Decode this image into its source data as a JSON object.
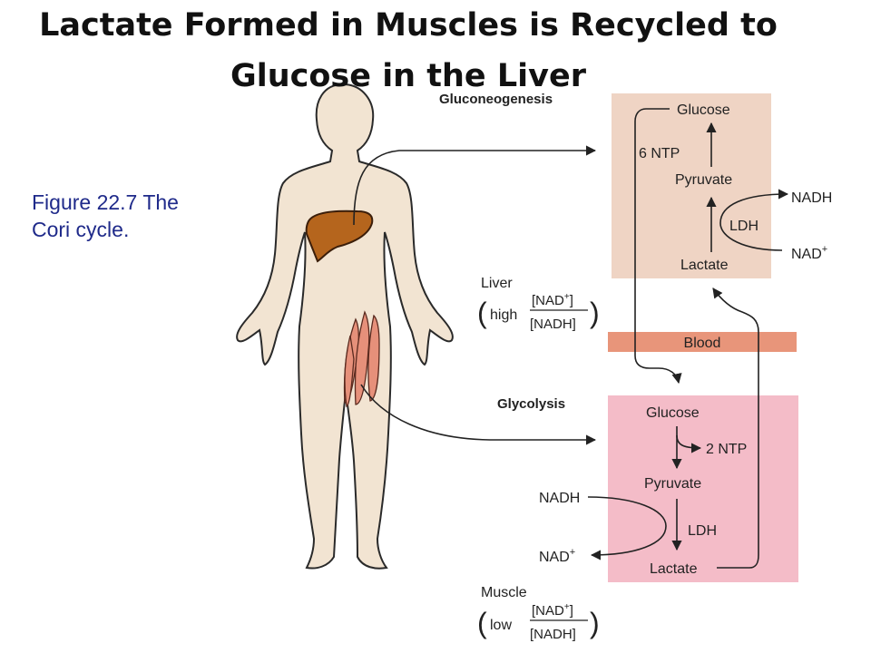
{
  "slide": {
    "title_line1": "Lactate Formed in Muscles is Recycled to",
    "title_line2": "Glucose in the Liver",
    "caption_line1": "Figure 22.7 The",
    "caption_line2": "Cori cycle."
  },
  "colors": {
    "skin": "#f2e4d2",
    "liver_organ": "#b5651d",
    "muscle": "#e6907a",
    "liver_box": "#efd4c4",
    "muscle_box": "#f4bcc8",
    "blood_band": "#e8957a",
    "caption_text": "#1f2a8a"
  },
  "diagram": {
    "gluconeogenesis_label": "Gluconeogenesis",
    "glycolysis_label": "Glycolysis",
    "blood_label": "Blood",
    "liver_box": {
      "glucose": "Glucose",
      "ntp": "6 NTP",
      "pyruvate": "Pyruvate",
      "ldh": "LDH",
      "lactate": "Lactate",
      "nadh": "NADH",
      "nad": "NAD",
      "nad_sup": "+"
    },
    "muscle_box": {
      "glucose": "Glucose",
      "ntp": "2 NTP",
      "pyruvate": "Pyruvate",
      "ldh": "LDH",
      "lactate": "Lactate",
      "nadh": "NADH",
      "nad": "NAD",
      "nad_sup": "+"
    },
    "liver_ratio": {
      "organ": "Liver",
      "level": "high",
      "numerator": "[NAD",
      "numerator_sup": "+",
      "numerator_end": "]",
      "denominator": "[NADH]"
    },
    "muscle_ratio": {
      "organ": "Muscle",
      "level": "low",
      "numerator": "[NAD",
      "numerator_sup": "+",
      "numerator_end": "]",
      "denominator": "[NADH]"
    }
  }
}
